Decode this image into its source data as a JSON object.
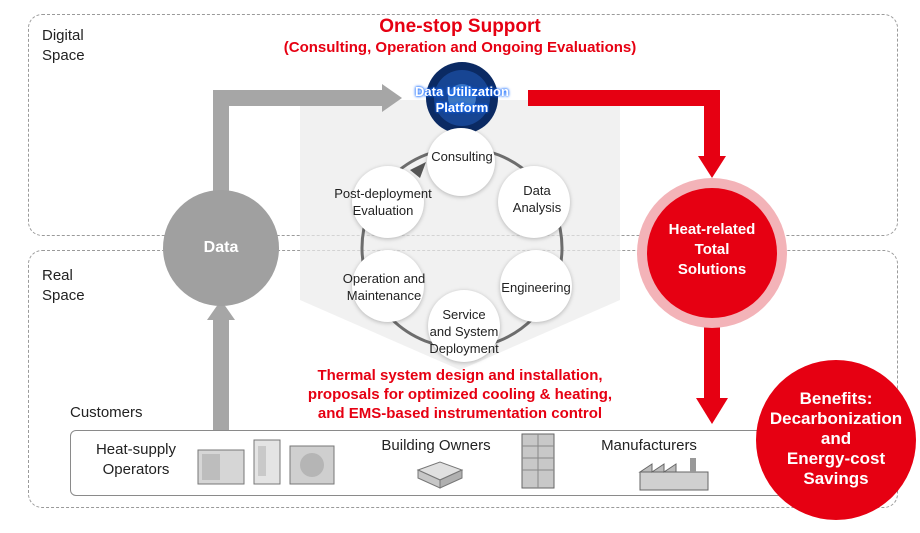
{
  "zones": {
    "digital_label": "Digital\nSpace",
    "real_label": "Real\nSpace"
  },
  "header": {
    "title": "One-stop Support",
    "subtitle": "(Consulting, Operation and Ongoing Evaluations)"
  },
  "platform": {
    "label": "Data Utilization\nPlatform"
  },
  "data_circle": {
    "label": "Data"
  },
  "solutions_circle": {
    "label": "Heat-related\nTotal\nSolutions"
  },
  "benefits_circle": {
    "label": "Benefits:\nDecarbonization\nand\nEnergy-cost\nSavings"
  },
  "cycle": {
    "consulting": "Consulting",
    "data_analysis": "Data\nAnalysis",
    "engineering": "Engineering",
    "service": "Service\nand System\nDeployment",
    "operation": "Operation and\nMaintenance",
    "post_deployment": "Post-deployment\nEvaluation"
  },
  "thermal_caption": "Thermal system design and installation,\nproposals for optimized cooling & heating,\nand EMS-based instrumentation control",
  "customers": {
    "label": "Customers",
    "groups": [
      "Heat-supply\nOperators",
      "Building Owners",
      "Manufacturers"
    ]
  },
  "colors": {
    "red": "#e60012",
    "gray_arrow": "#a6a6a6",
    "gray_circle": "#a0a0a0",
    "pink_ring": "#f3b3b8"
  }
}
